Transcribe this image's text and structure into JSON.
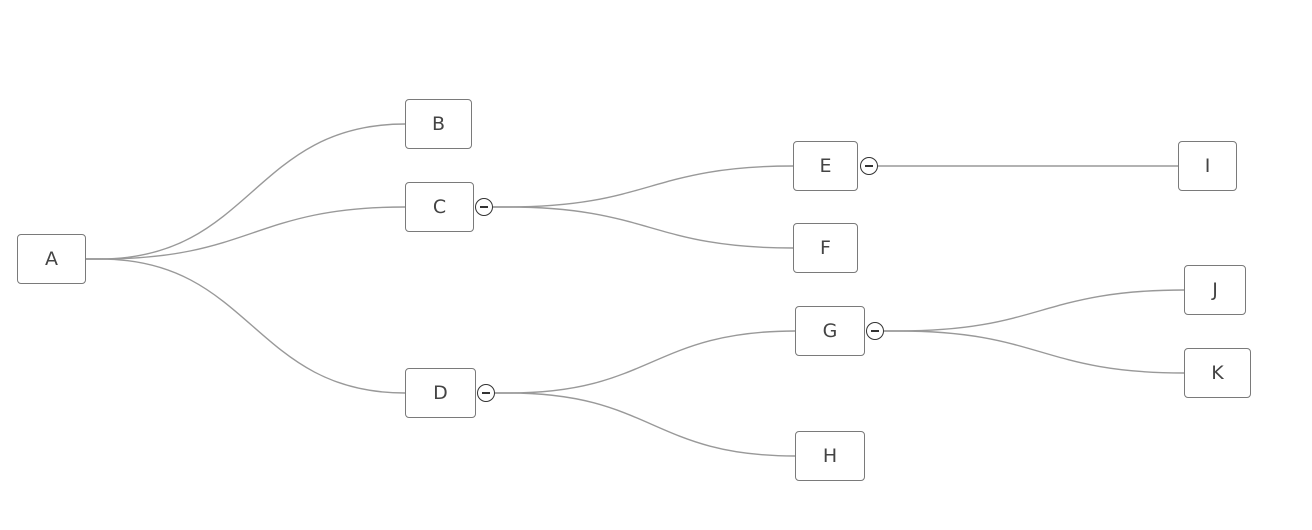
{
  "nodes": {
    "A": {
      "label": "A"
    },
    "B": {
      "label": "B"
    },
    "C": {
      "label": "C"
    },
    "D": {
      "label": "D"
    },
    "E": {
      "label": "E"
    },
    "F": {
      "label": "F"
    },
    "G": {
      "label": "G"
    },
    "H": {
      "label": "H"
    },
    "I": {
      "label": "I"
    },
    "J": {
      "label": "J"
    },
    "K": {
      "label": "K"
    }
  },
  "edges": [
    {
      "from": "A",
      "to": "B"
    },
    {
      "from": "A",
      "to": "C"
    },
    {
      "from": "A",
      "to": "D"
    },
    {
      "from": "C",
      "to": "E"
    },
    {
      "from": "C",
      "to": "F"
    },
    {
      "from": "D",
      "to": "G"
    },
    {
      "from": "D",
      "to": "H"
    },
    {
      "from": "E",
      "to": "I"
    },
    {
      "from": "G",
      "to": "J"
    },
    {
      "from": "G",
      "to": "K"
    }
  ],
  "collapsible": [
    "C",
    "D",
    "E",
    "G"
  ],
  "colors": {
    "edge": "#999999",
    "node_border": "#7a7a7a",
    "text": "#444444"
  }
}
